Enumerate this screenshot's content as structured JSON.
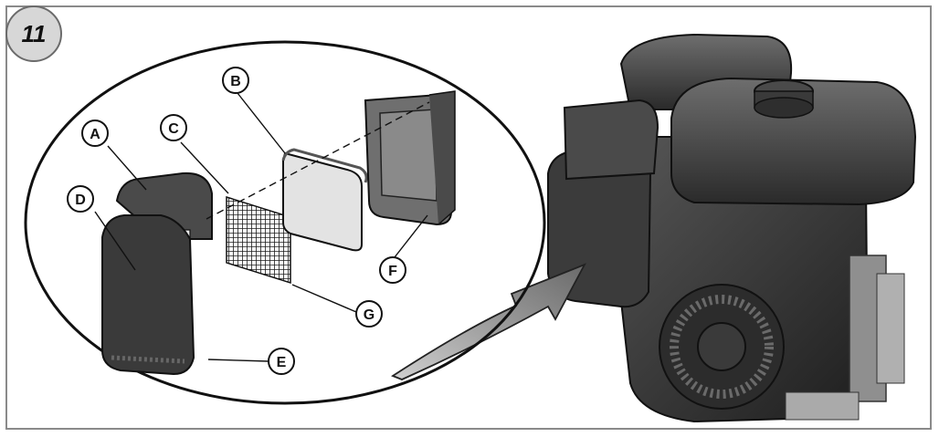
{
  "figure": {
    "number": "11",
    "callouts": {
      "A": "A",
      "B": "B",
      "C": "C",
      "D": "D",
      "E": "E",
      "F": "F",
      "G": "G"
    }
  },
  "colors": {
    "frame": "#8a8a8a",
    "badge_fill": "#d7d7d7",
    "part_dark": "#3a3a3a",
    "part_mid": "#6a6a6a",
    "part_light": "#d8d8d8",
    "arrow": "#7a7a7a"
  }
}
